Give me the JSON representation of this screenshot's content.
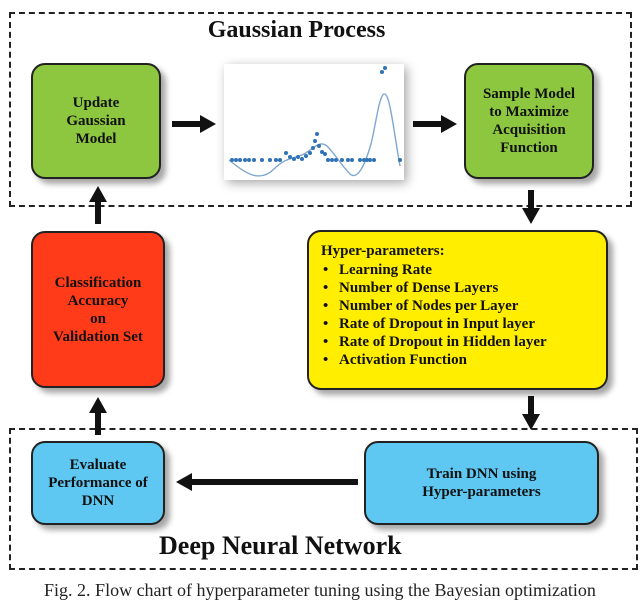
{
  "gp_title": "Gaussian Process",
  "dnn_title": "Deep Neural Network",
  "boxes": {
    "update": "Update\nGaussian\nModel",
    "sample": "Sample Model\nto Maximize\nAcquisition\nFunction",
    "accuracy": "Classification\nAccuracy\non\nValidation Set",
    "evaluate": "Evaluate\nPerformance of\nDNN",
    "train": "Train DNN using\nHyper-parameters"
  },
  "hyper": {
    "title": "Hyper-parameters:",
    "items": [
      "Learning Rate",
      "Number of Dense Layers",
      "Number of Nodes per Layer",
      "Rate of Dropout in Input layer",
      "Rate of Dropout in Hidden layer",
      "Activation Function"
    ]
  },
  "caption": "Fig. 2. Flow chart of hyperparameter tuning using the Bayesian optimization",
  "colors": {
    "green": "#8dc63f",
    "red": "#ff3b1a",
    "blue": "#5ec8f2",
    "yellow": "#ffee00",
    "plot_points": "#2f73b5",
    "plot_curve": "#7fa8d1"
  }
}
